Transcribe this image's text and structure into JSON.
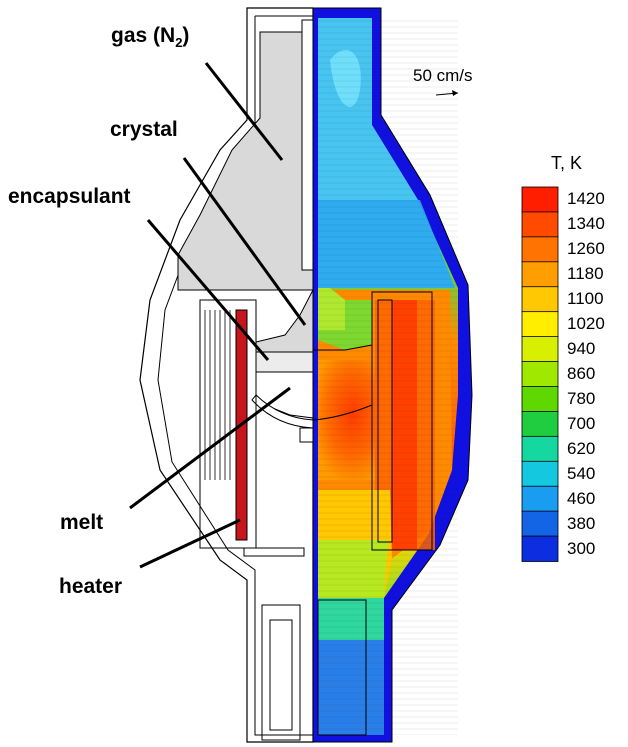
{
  "labels": {
    "gas": "gas (N",
    "gas_sub": "2",
    "gas_close": ")",
    "crystal": "crystal",
    "encapsulant": "encapsulant",
    "melt": "melt",
    "heater": "heater"
  },
  "velocity_scale": "50 cm/s",
  "colorbar": {
    "title": "T, K",
    "ticks": [
      "1420",
      "1340",
      "1260",
      "1180",
      "1100",
      "1020",
      "940",
      "860",
      "780",
      "700",
      "620",
      "540",
      "460",
      "380",
      "300"
    ],
    "colors": [
      "#ff1e00",
      "#ff4a00",
      "#ff7400",
      "#ff9e00",
      "#ffc800",
      "#ffee00",
      "#d8f000",
      "#a0e800",
      "#5ed800",
      "#20cc40",
      "#14d8a0",
      "#14c8e0",
      "#1a9cf0",
      "#1464e6",
      "#0a2ee0"
    ]
  },
  "colors": {
    "gas_region": "#d9d9d9",
    "wall": "#1010e0",
    "heater": "#c4161c"
  }
}
